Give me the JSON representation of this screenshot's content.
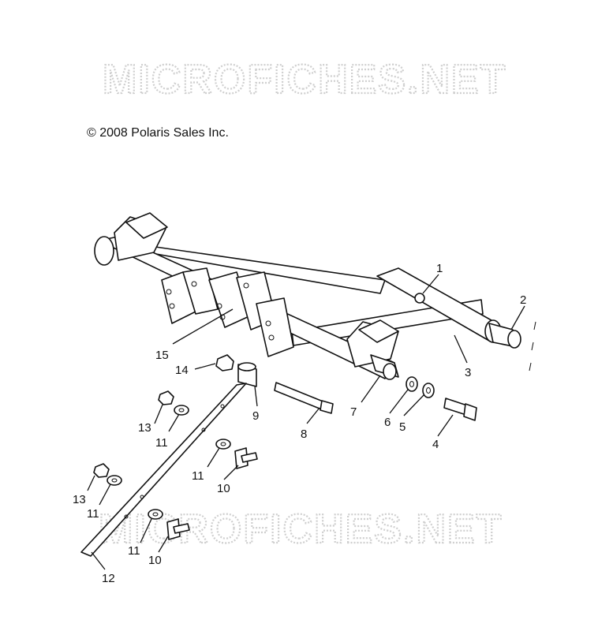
{
  "watermark": "MICROFICHES.NET",
  "copyright": "© 2008 Polaris Sales Inc.",
  "callouts": {
    "c1": "1",
    "c2": "2",
    "c3": "3",
    "c4": "4",
    "c5": "5",
    "c6": "6",
    "c7": "7",
    "c8": "8",
    "c9": "9",
    "c10a": "10",
    "c10b": "10",
    "c11a": "11",
    "c11b": "11",
    "c11c": "11",
    "c11d": "11",
    "c12": "12",
    "c13a": "13",
    "c13b": "13",
    "c14": "14",
    "c15": "15"
  }
}
